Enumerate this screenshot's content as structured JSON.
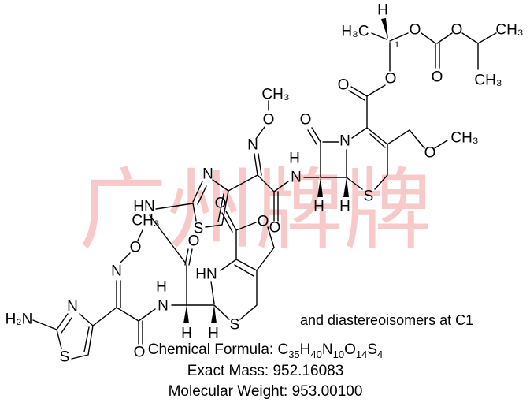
{
  "watermark": "广州牌牌",
  "atoms": {
    "h_top": "H",
    "h3c": "H₃C",
    "c1_locant": "1",
    "o_c1": "O",
    "o_carbonate_dbl": "O",
    "o_carbonate": "O",
    "ch3_ipr1": "CH₃",
    "ch3_ipr2": "CH₃",
    "o_ester": "O",
    "o_ester_dbl": "O",
    "o_lactam": "O",
    "n_lactam": "N",
    "s_ring": "S",
    "h_c7": "H",
    "h_c6": "H",
    "o_methoxy": "O",
    "ch3_methoxy": "CH₃",
    "nh_n": "N",
    "nh_h": "H",
    "o_amide": "O",
    "n_oxime": "N",
    "o_oxime": "O",
    "ch3_oxime": "CH₃",
    "n_thiazole": "N",
    "s_thiazole": "S",
    "hn_link": "HN",
    "o_lower_carbonyl": "O",
    "hn_lower": "HN",
    "s_lower": "S",
    "h_lower1": "H",
    "h_lower2": "H",
    "o_lactone_dbl": "O",
    "o_lactone": "O",
    "n_amide_lower": "N",
    "h_amide_lower": "H",
    "o_amide_lower": "O",
    "n_oxime_lower": "N",
    "o_oxime_lower": "O",
    "ch3_oxime_lower": "CH₃",
    "n_thiazole_lower": "N",
    "s_thiazole_lower": "S",
    "h2n": "H₂N"
  },
  "note": "and diastereoisomers at C1",
  "formula": {
    "prefix": "Chemical Formula: ",
    "parts": [
      "C",
      "35",
      "H",
      "40",
      "N",
      "10",
      "O",
      "14",
      "S",
      "4"
    ]
  },
  "exact_mass": "Exact Mass: 952.16083",
  "molecular_weight": "Molecular Weight: 953.00100"
}
